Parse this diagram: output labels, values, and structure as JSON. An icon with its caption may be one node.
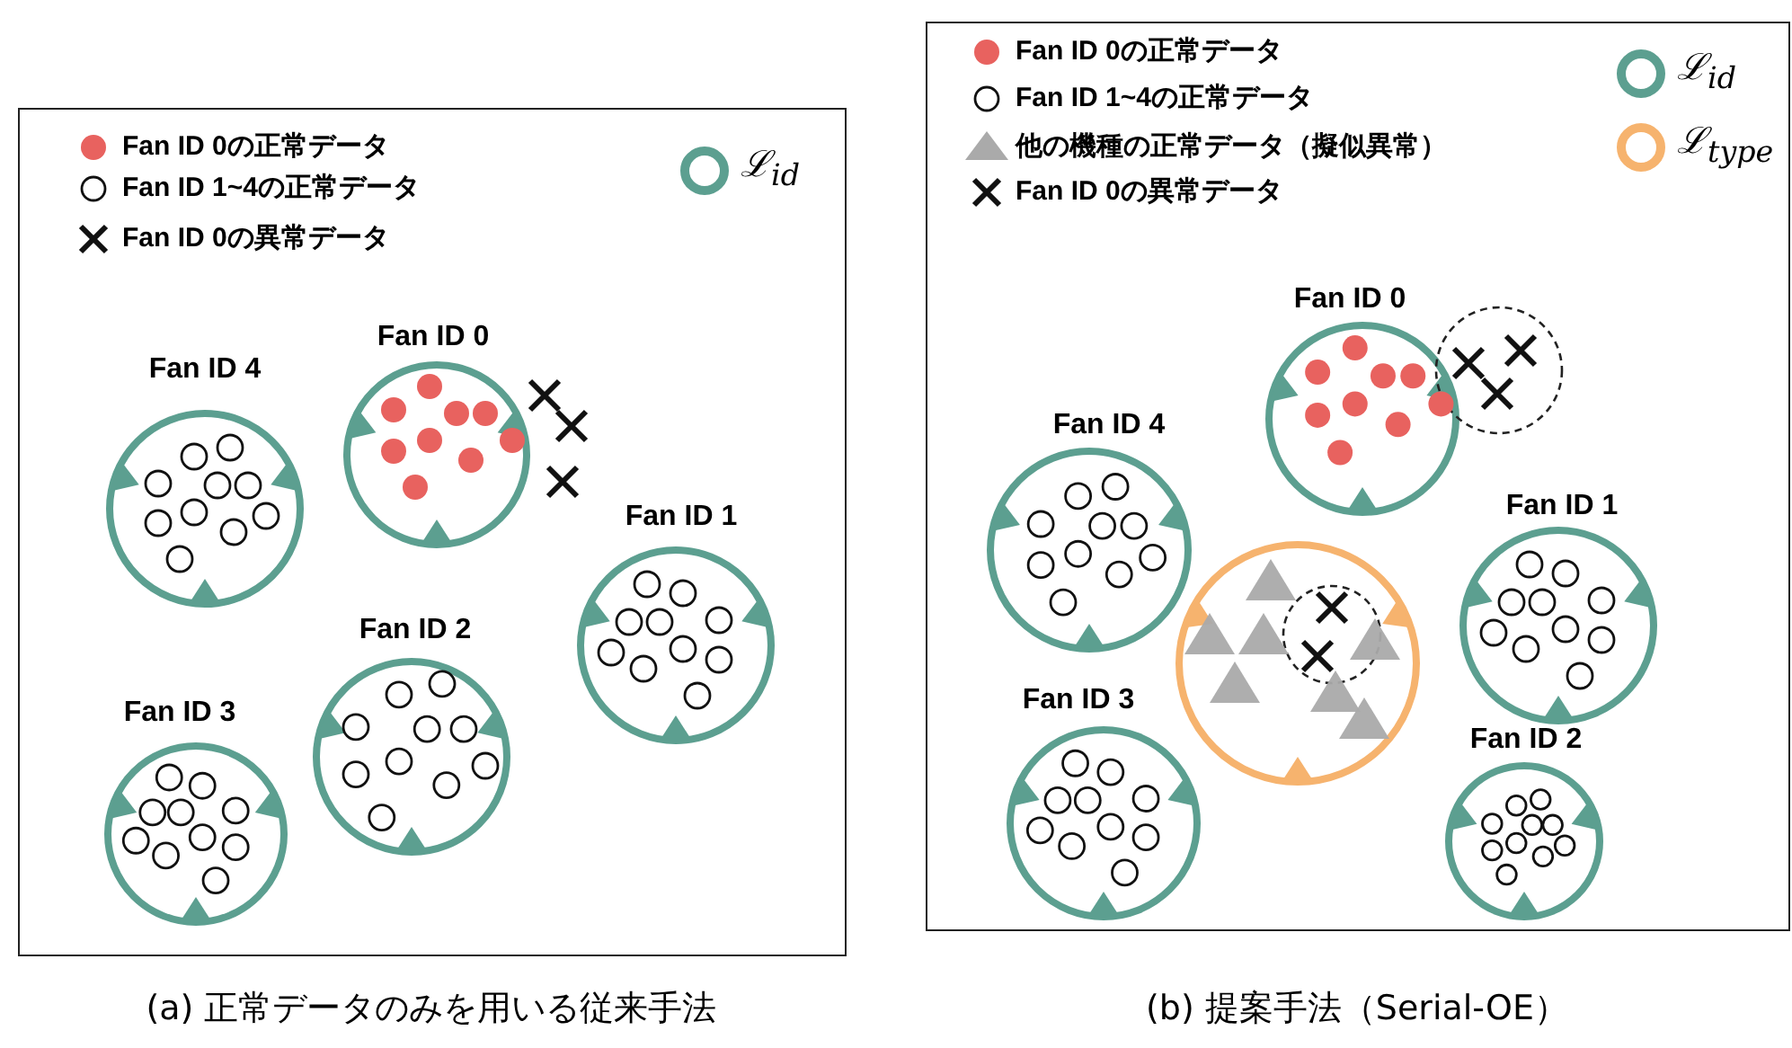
{
  "diagram": {
    "nodes": [
      {
        "text": [],
        "shape": "box",
        "beside": [
          "(a) 正常データのみを用いる従来手法"
        ]
      },
      {
        "text": [
          "Fan ID 0"
        ],
        "in": 0
      },
      {
        "text": [
          "Fan ID 4"
        ],
        "in": 0
      },
      {
        "text": [
          "Fan ID 1"
        ],
        "in": 0
      },
      {
        "text": [
          "Fan ID 2"
        ],
        "in": 0
      },
      {
        "text": [
          "Fan ID 3"
        ],
        "in": 0
      },
      {
        "text": [],
        "shape": "box",
        "beside": [
          "(b) 提案手法（Serial-OE）"
        ]
      },
      {
        "text": [
          "Fan ID 0"
        ],
        "in": 6
      },
      {
        "text": [],
        "shape": "circle",
        "in": 6
      },
      {
        "text": [
          "Fan ID 4"
        ],
        "in": 6
      },
      {
        "text": [
          "Fan ID 1"
        ],
        "in": 6
      },
      {
        "text": [],
        "shape": "circle",
        "in": 6
      },
      {
        "text": [],
        "shape": "circle",
        "in": 11
      },
      {
        "text": [
          "Fan ID 3"
        ],
        "in": 6
      },
      {
        "text": [
          "Fan ID 2"
        ],
        "in": 6
      }
    ],
    "legend": [
      {
        "text": "Fan ID 0の正常データ",
        "color": "#e8625f"
      },
      {
        "text": "Fan ID 1~4の正常データ"
      },
      {
        "text": "Fan ID 0の異常データ"
      },
      {
        "text": "ℒ$_{id}$",
        "color": "#5c9f90"
      },
      {
        "text": "Fan ID 0の正常データ",
        "color": "#e8625f"
      },
      {
        "text": "Fan ID 1~4の正常データ"
      },
      {
        "text": "他の機種の正常データ（擬似異常）",
        "color": "#aaaaaa"
      },
      {
        "text": "Fan ID 0の異常データ"
      },
      {
        "text": "ℒ$_{id}$",
        "color": "#5c9f90"
      },
      {
        "text": "ℒ$_{type}$",
        "color": "#f6b36e"
      }
    ]
  }
}
